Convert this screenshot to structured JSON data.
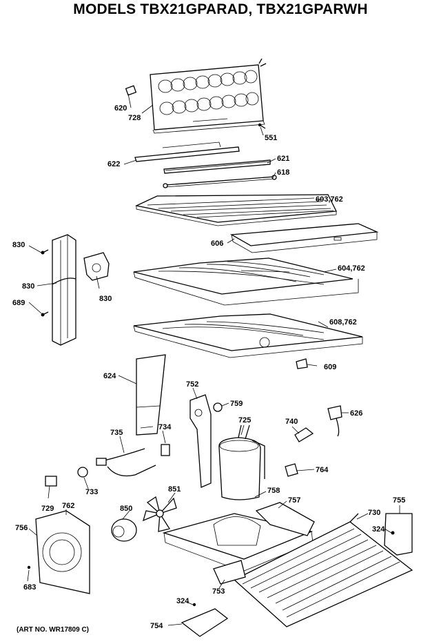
{
  "title": "MODELS TBX21GPARAD, TBX21GPARWH",
  "art_number": "(ART NO. WR17809 C)",
  "callouts": [
    {
      "id": "620",
      "text": "620"
    },
    {
      "id": "728",
      "text": "728"
    },
    {
      "id": "551",
      "text": "551"
    },
    {
      "id": "622",
      "text": "622"
    },
    {
      "id": "621",
      "text": "621"
    },
    {
      "id": "618",
      "text": "618"
    },
    {
      "id": "603-762",
      "text": "603,762"
    },
    {
      "id": "606",
      "text": "606"
    },
    {
      "id": "604-762",
      "text": "604,762"
    },
    {
      "id": "608-762",
      "text": "608,762"
    },
    {
      "id": "609",
      "text": "609"
    },
    {
      "id": "830-top",
      "text": "830"
    },
    {
      "id": "830-mid",
      "text": "830"
    },
    {
      "id": "830-bracket",
      "text": "830"
    },
    {
      "id": "689",
      "text": "689"
    },
    {
      "id": "624",
      "text": "624"
    },
    {
      "id": "752",
      "text": "752"
    },
    {
      "id": "759",
      "text": "759"
    },
    {
      "id": "725",
      "text": "725"
    },
    {
      "id": "740",
      "text": "740"
    },
    {
      "id": "626",
      "text": "626"
    },
    {
      "id": "735",
      "text": "735"
    },
    {
      "id": "734",
      "text": "734"
    },
    {
      "id": "764",
      "text": "764"
    },
    {
      "id": "733",
      "text": "733"
    },
    {
      "id": "729",
      "text": "729"
    },
    {
      "id": "762",
      "text": "762"
    },
    {
      "id": "851",
      "text": "851"
    },
    {
      "id": "850",
      "text": "850"
    },
    {
      "id": "758",
      "text": "758"
    },
    {
      "id": "757",
      "text": "757"
    },
    {
      "id": "730",
      "text": "730"
    },
    {
      "id": "755",
      "text": "755"
    },
    {
      "id": "324-right",
      "text": "324"
    },
    {
      "id": "756",
      "text": "756"
    },
    {
      "id": "683",
      "text": "683"
    },
    {
      "id": "753",
      "text": "753"
    },
    {
      "id": "324-bottom",
      "text": "324"
    },
    {
      "id": "754",
      "text": "754"
    }
  ]
}
